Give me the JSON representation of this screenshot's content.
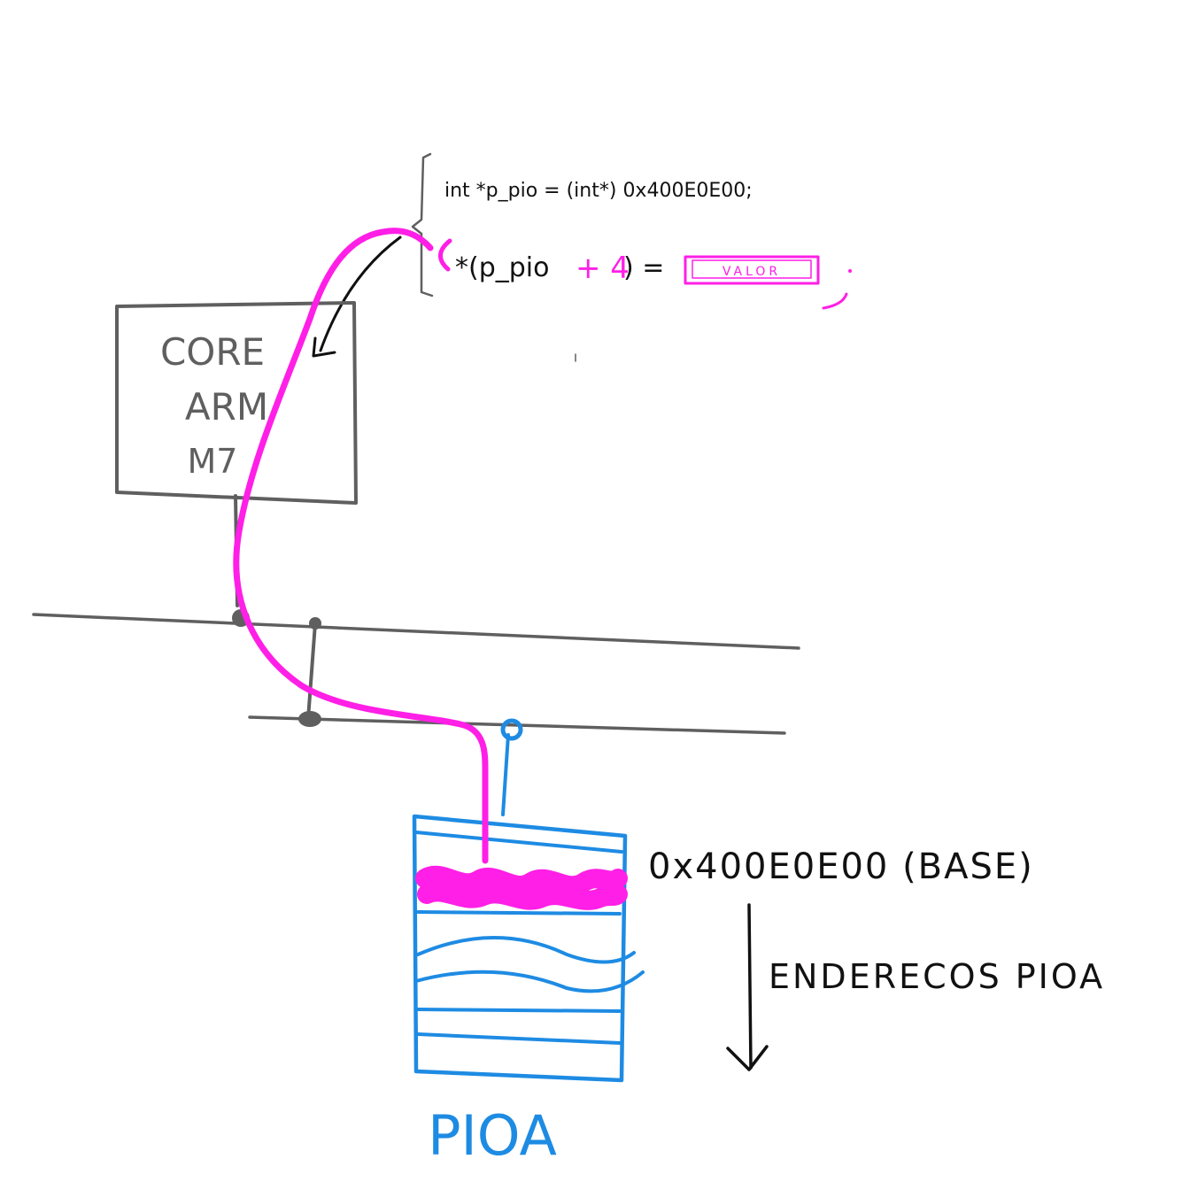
{
  "colors": {
    "gray": "#5f5f5f",
    "blue": "#1e8be3",
    "magenta": "#ff1fe6",
    "black": "#111111",
    "background": "#ffffff"
  },
  "core_box": {
    "lines": [
      "CORE",
      "ARM",
      "M7"
    ]
  },
  "code": {
    "line1": "int *p_pio = (int*) 0x400E0E00;",
    "line2_prefix": "*(p_pio",
    "line2_offset": "+ 4",
    "line2_suffix": ") =",
    "value_box": "VALOR"
  },
  "memory": {
    "base_label": "0x400E0E00 (BASE)",
    "direction_label": "ENDERECOS PIOA",
    "peripheral_label": "PIOA"
  },
  "icons": {
    "bus_node": "filled-dot",
    "arrow": "down-arrow"
  }
}
